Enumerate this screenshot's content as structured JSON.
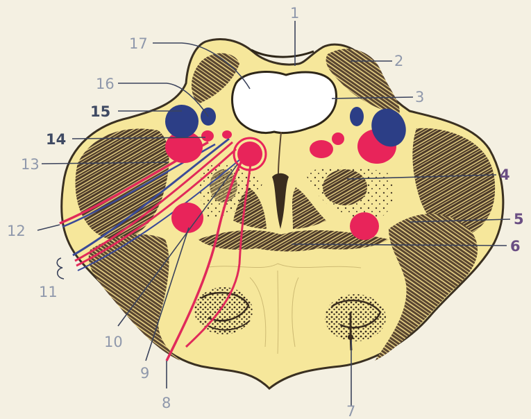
{
  "figure": {
    "labels": [
      {
        "id": "1",
        "text": "1"
      },
      {
        "id": "2",
        "text": "2"
      },
      {
        "id": "3",
        "text": "3"
      },
      {
        "id": "4",
        "text": "4"
      },
      {
        "id": "5",
        "text": "5"
      },
      {
        "id": "6",
        "text": "6"
      },
      {
        "id": "7",
        "text": "7"
      },
      {
        "id": "8",
        "text": "8"
      },
      {
        "id": "9",
        "text": "9"
      },
      {
        "id": "10",
        "text": "10"
      },
      {
        "id": "11",
        "text": "11"
      },
      {
        "id": "12",
        "text": "12"
      },
      {
        "id": "13",
        "text": "13"
      },
      {
        "id": "14",
        "text": "14"
      },
      {
        "id": "15",
        "text": "15"
      },
      {
        "id": "16",
        "text": "16"
      },
      {
        "id": "17",
        "text": "17"
      }
    ],
    "colors": {
      "background": "#f4f0e2",
      "tissue": "#f6e79b",
      "outline": "#3a3021",
      "fiber_tracts": "#4a3a2a",
      "nuclei_red": "#e8245a",
      "nuclei_blue": "#2c3e86",
      "nerve_red": "#e02a5a",
      "nerve_blue": "#3a4a98",
      "label_gray": "#8f98ab",
      "label_dark": "#3f4a63",
      "label_purple": "#6a4e83"
    }
  }
}
